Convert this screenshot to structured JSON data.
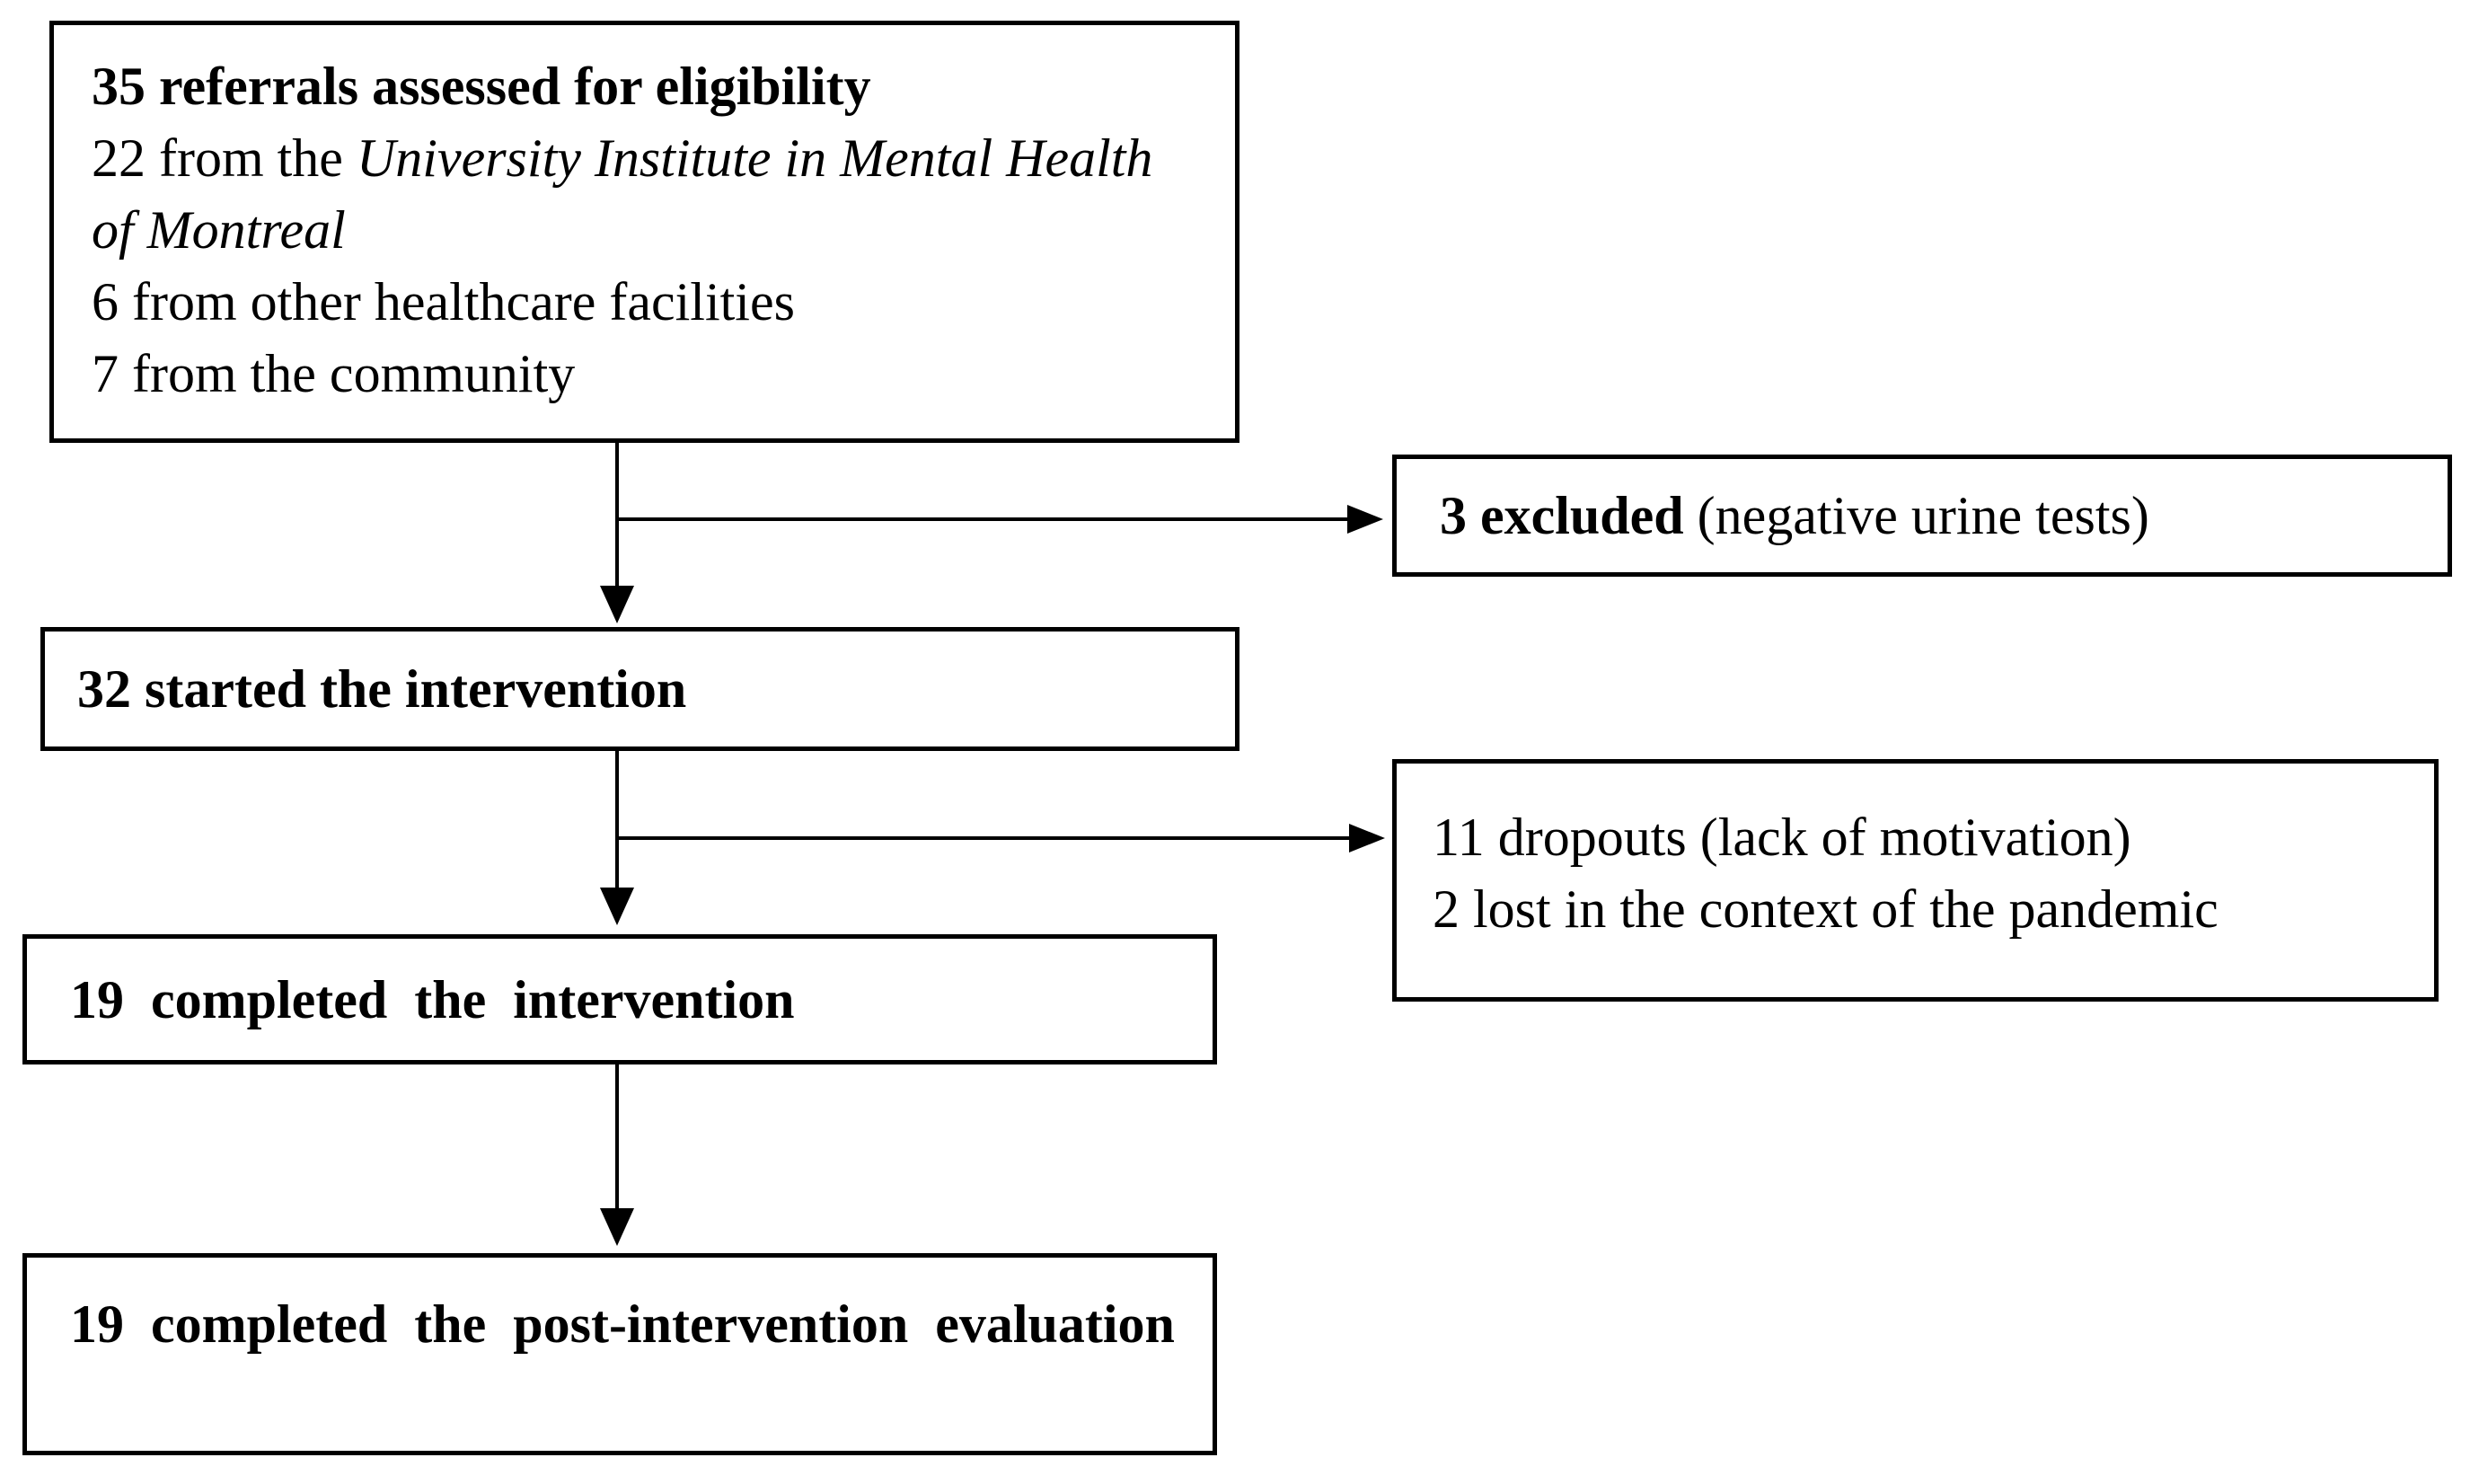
{
  "diagram": {
    "background_color": "#ffffff",
    "line_color": "#000000",
    "text_color": "#000000",
    "boxes": {
      "eligibility": {
        "title": "35 referrals assessed for eligibility",
        "source1_prefix": "22 from the ",
        "source1_italic": "University Institute in Mental Health of Montreal",
        "source2": "6 from other healthcare facilities",
        "source3": "7 from the community"
      },
      "excluded": {
        "bold": "3 excluded",
        "detail": " (negative urine tests)"
      },
      "started": {
        "title": "32 started the intervention"
      },
      "dropouts": {
        "line1": "11 dropouts (lack of motivation)",
        "line2": "2 lost in the context of the pandemic"
      },
      "completed": {
        "title": "19 completed the intervention"
      },
      "post_evaluation": {
        "title": "19 completed the post-intervention evaluation"
      }
    }
  }
}
